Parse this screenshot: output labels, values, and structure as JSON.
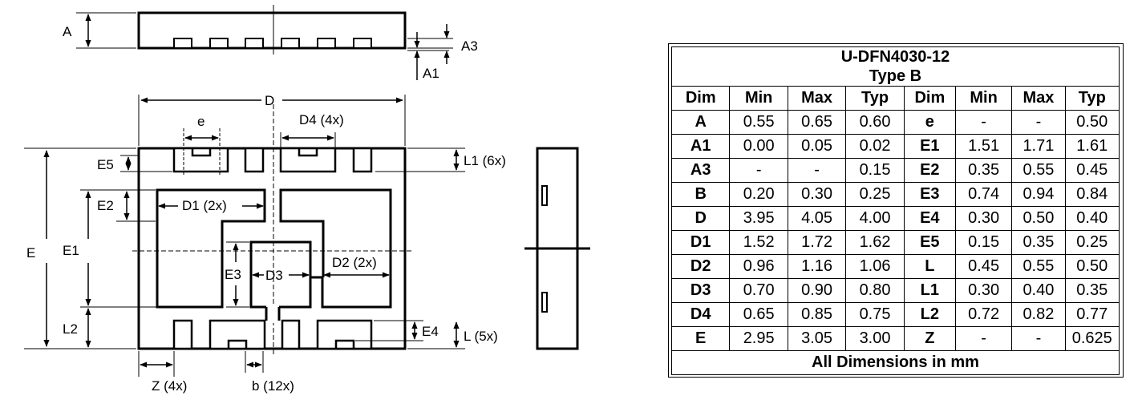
{
  "drawing_labels": {
    "A": "A",
    "A1": "A1",
    "A3": "A3",
    "D": "D",
    "e": "e",
    "D4": "D4 (4x)",
    "E5": "E5",
    "L1": "L1 (6x)",
    "E2": "E2",
    "D1": "D1 (2x)",
    "E": "E",
    "E1": "E1",
    "E3": "E3",
    "D3": "D3",
    "D2": "D2 (2x)",
    "L2": "L2",
    "E4": "E4",
    "L": "L (5x)",
    "Z": "Z (4x)",
    "b": "b (12x)"
  },
  "table": {
    "title": "U-DFN4030-12",
    "subtitle": "Type B",
    "headers": [
      "Dim",
      "Min",
      "Max",
      "Typ",
      "Dim",
      "Min",
      "Max",
      "Typ"
    ],
    "rows": [
      [
        "A",
        "0.55",
        "0.65",
        "0.60",
        "e",
        "-",
        "-",
        "0.50"
      ],
      [
        "A1",
        "0.00",
        "0.05",
        "0.02",
        "E1",
        "1.51",
        "1.71",
        "1.61"
      ],
      [
        "A3",
        "-",
        "-",
        "0.15",
        "E2",
        "0.35",
        "0.55",
        "0.45"
      ],
      [
        "B",
        "0.20",
        "0.30",
        "0.25",
        "E3",
        "0.74",
        "0.94",
        "0.84"
      ],
      [
        "D",
        "3.95",
        "4.05",
        "4.00",
        "E4",
        "0.30",
        "0.50",
        "0.40"
      ],
      [
        "D1",
        "1.52",
        "1.72",
        "1.62",
        "E5",
        "0.15",
        "0.35",
        "0.25"
      ],
      [
        "D2",
        "0.96",
        "1.16",
        "1.06",
        "L",
        "0.45",
        "0.55",
        "0.50"
      ],
      [
        "D3",
        "0.70",
        "0.90",
        "0.80",
        "L1",
        "0.30",
        "0.40",
        "0.35"
      ],
      [
        "D4",
        "0.65",
        "0.85",
        "0.75",
        "L2",
        "0.72",
        "0.82",
        "0.77"
      ],
      [
        "E",
        "2.95",
        "3.05",
        "3.00",
        "Z",
        "-",
        "-",
        "0.625"
      ]
    ],
    "footer": "All Dimensions in mm"
  }
}
